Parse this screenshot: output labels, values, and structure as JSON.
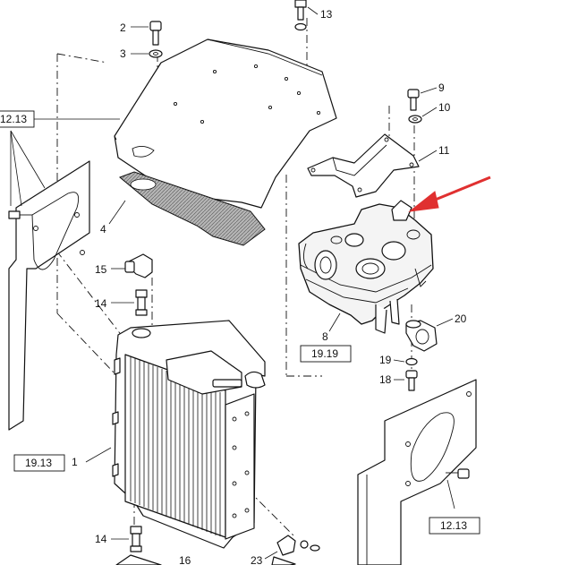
{
  "diagram": {
    "callouts": {
      "n2": "2",
      "n3": "3",
      "n4": "4",
      "n8": "8",
      "n9": "9",
      "n10": "10",
      "n11": "11",
      "n13": "13",
      "n14a": "14",
      "n14b": "14",
      "n15": "15",
      "n16": "16",
      "n18": "18",
      "n19": "19",
      "n20": "20",
      "n23": "23",
      "n1": "1"
    },
    "references": {
      "ref_left_top": "12.13",
      "ref_tank": "19.19",
      "ref_radiator": "19.13",
      "ref_right_bottom": "12.13"
    },
    "colors": {
      "line": "#111111",
      "arrow": "#e03030",
      "gasket": "#9a9a9a"
    }
  }
}
